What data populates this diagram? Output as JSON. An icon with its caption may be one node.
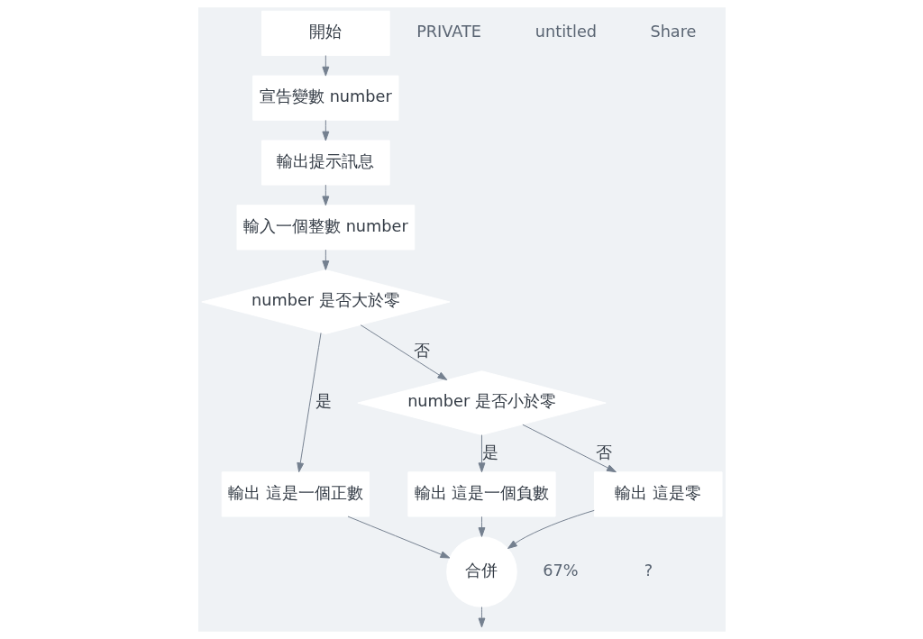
{
  "diagram": {
    "nodes": [
      {
        "text": [
          "開始"
        ]
      },
      {
        "text": [
          "宣告變數 number"
        ]
      },
      {
        "text": [
          "輸出提示訊息"
        ]
      },
      {
        "text": [
          "輸入一個整數 number"
        ]
      },
      {
        "text": [
          "number 是否大於零"
        ]
      },
      {
        "text": [
          "number 是否小於零"
        ]
      },
      {
        "text": [
          "輸出 這是一個正數"
        ]
      },
      {
        "text": [
          "輸出 這是一個負數"
        ]
      },
      {
        "text": [
          "輸出 這是零"
        ]
      },
      {
        "text": [
          "合併"
        ]
      }
    ],
    "edges": [
      {
        "from": 0,
        "to": 1,
        "arrow": "to"
      },
      {
        "from": 1,
        "to": 2,
        "arrow": "to"
      },
      {
        "from": 2,
        "to": 3,
        "arrow": "to"
      },
      {
        "from": 3,
        "to": 4,
        "arrow": "to"
      },
      {
        "from": 4,
        "to": 6,
        "label": "是",
        "arrow": "to"
      },
      {
        "from": 4,
        "to": 5,
        "label": "否",
        "arrow": "to"
      },
      {
        "from": 5,
        "to": 7,
        "label": "是",
        "arrow": "to"
      },
      {
        "from": 5,
        "to": 8,
        "label": "否",
        "arrow": "to"
      },
      {
        "from": 6,
        "to": 9,
        "arrow": "to"
      },
      {
        "from": 7,
        "to": 9,
        "arrow": "to"
      },
      {
        "from": 8,
        "to": 9,
        "arrow": "to"
      },
      {
        "from": 9,
        "to": null,
        "arrow": "to"
      }
    ],
    "labels": [
      "PRIVATE",
      "untitled",
      "Share",
      "67%",
      "?"
    ]
  }
}
